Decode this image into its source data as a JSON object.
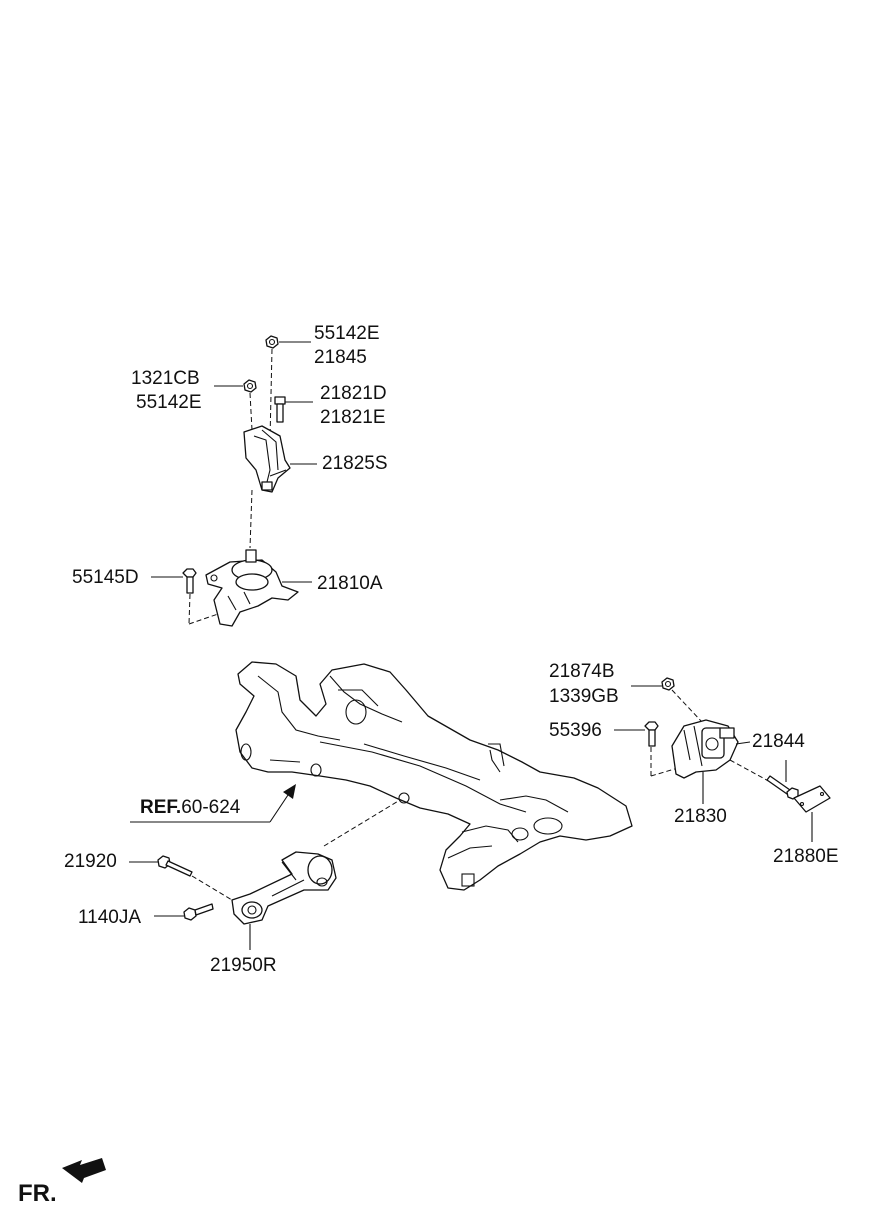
{
  "labels": {
    "p55142E_a": "55142E",
    "p21845": "21845",
    "p1321CB": "1321CB",
    "p55142E_b": "55142E",
    "p21821D": "21821D",
    "p21821E": "21821E",
    "p21825S": "21825S",
    "p55145D": "55145D",
    "p21810A": "21810A",
    "p21874B": "21874B",
    "p1339GB": "1339GB",
    "p55396": "55396",
    "p21844": "21844",
    "p21830": "21830",
    "p21880E": "21880E",
    "p21920": "21920",
    "p1140JA": "1140JA",
    "p21950R": "21950R"
  },
  "reference": {
    "prefix": "REF.",
    "value": "60-624"
  },
  "direction": {
    "label": "FR.",
    "icon": "front-direction-arrow-icon"
  },
  "colors": {
    "line": "#111111",
    "background": "#ffffff"
  }
}
